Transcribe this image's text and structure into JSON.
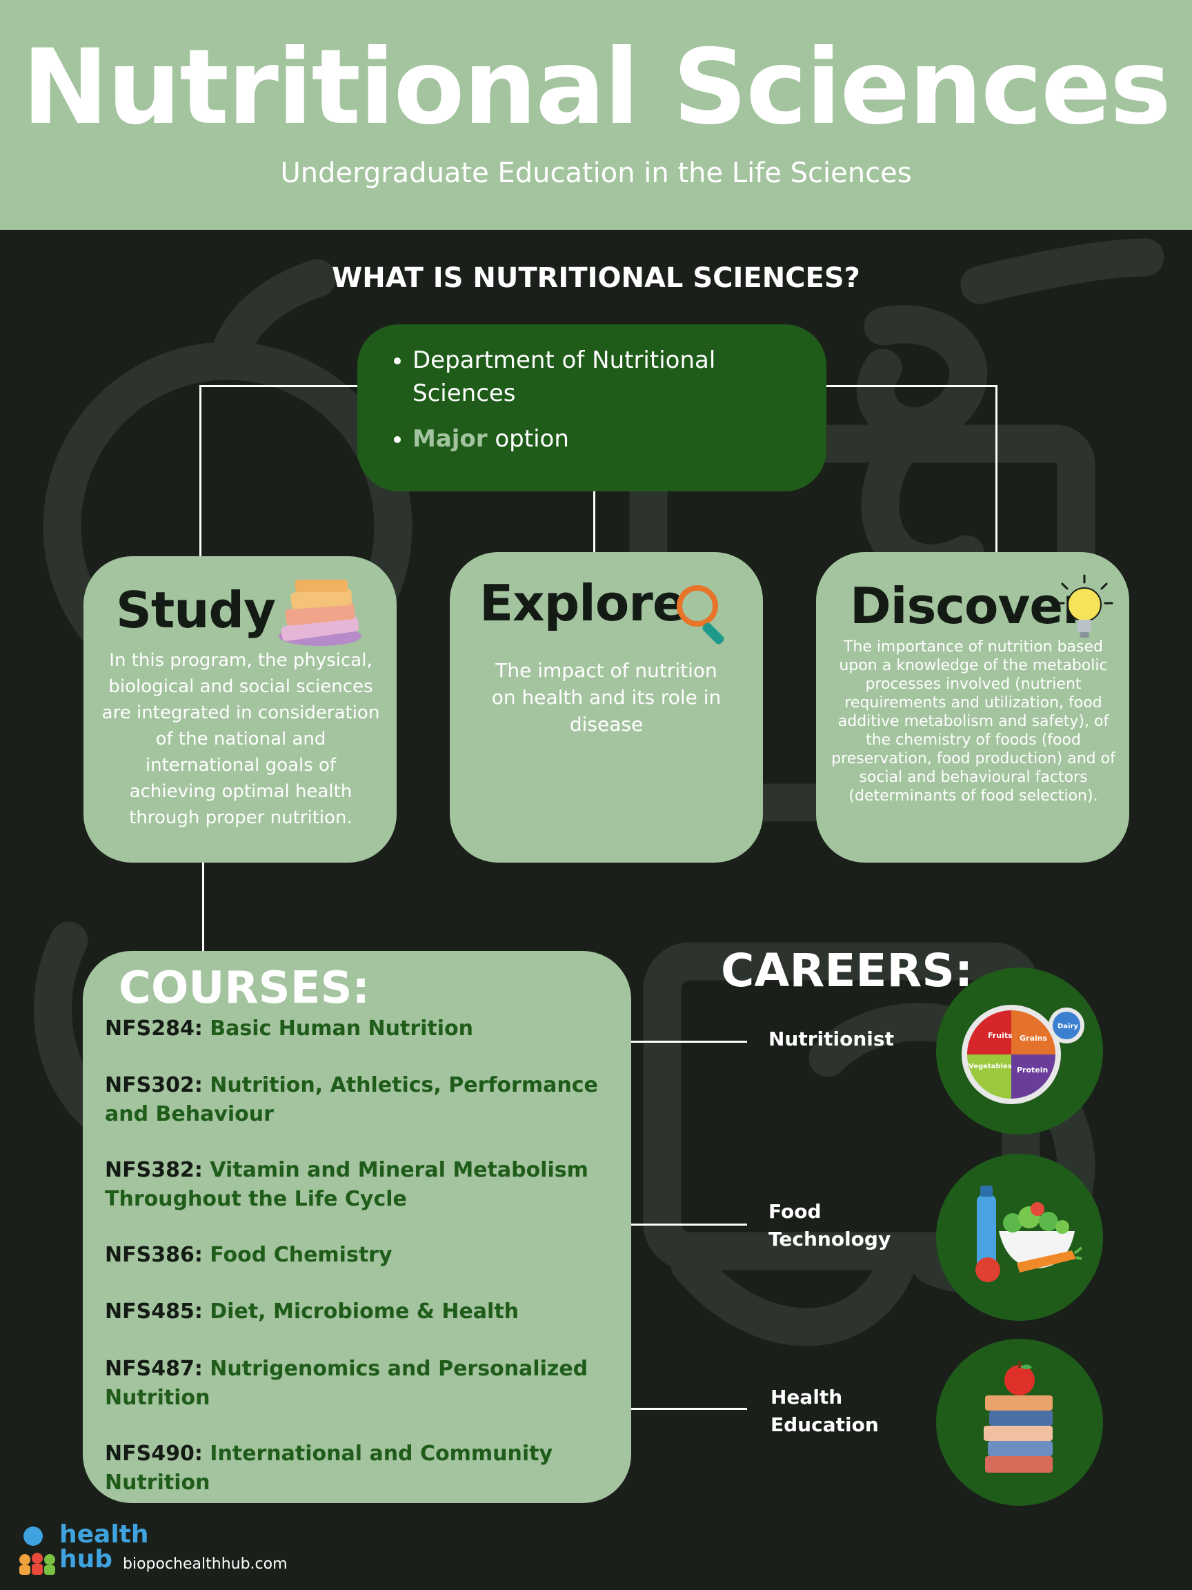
{
  "header": {
    "title": "Nutritional Sciences",
    "subtitle": "Undergraduate Education in the Life Sciences"
  },
  "question": "WHAT IS NUTRITIONAL SCIENCES?",
  "info": {
    "item1": "Department of Nutritional Sciences",
    "item2_highlight": "Major",
    "item2_rest": " option"
  },
  "cards": {
    "study": {
      "title": "Study",
      "text": "In this program, the physical, biological and social sciences are integrated in consideration of the national and international goals of achieving optimal health through proper nutrition."
    },
    "explore": {
      "title": "Explore",
      "text": "The impact of nutrition on health and its role in disease"
    },
    "discover": {
      "title": "Discover",
      "text": "The importance of nutrition based upon a knowledge of the metabolic processes involved (nutrient requirements and utilization, food additive metabolism and safety), of the chemistry of foods (food preservation, food production) and of social and behavioural factors (determinants of food selection)."
    }
  },
  "courses": {
    "title": "COURSES:",
    "items": [
      {
        "code": "NFS284:",
        "name": "Basic Human Nutrition"
      },
      {
        "code": "NFS302:",
        "name": "Nutrition, Athletics, Performance and Behaviour"
      },
      {
        "code": "NFS382:",
        "name": "Vitamin and Mineral Metabolism Throughout the Life Cycle"
      },
      {
        "code": "NFS386:",
        "name": "Food Chemistry"
      },
      {
        "code": "NFS485:",
        "name": "Diet, Microbiome & Health"
      },
      {
        "code": "NFS487:",
        "name": "Nutrigenomics and Personalized Nutrition"
      },
      {
        "code": "NFS490:",
        "name": "International and Community Nutrition"
      }
    ]
  },
  "careers": {
    "title": "CAREERS:",
    "items": [
      "Nutritionist",
      "Food Technology",
      "Health Education"
    ],
    "plate_labels": {
      "fruits": "Fruits",
      "grains": "Grains",
      "vegetables": "Vegetables",
      "protein": "Protein",
      "dairy": "Dairy"
    }
  },
  "footer": {
    "logo_line1": "health",
    "logo_line2": "hub",
    "site": "biopochealthhub.com"
  },
  "colors": {
    "header_bg": "#a3c49e",
    "page_bg": "#1a1f1a",
    "dark_green": "#1f5c1a",
    "card_bg": "#a3c49e"
  }
}
